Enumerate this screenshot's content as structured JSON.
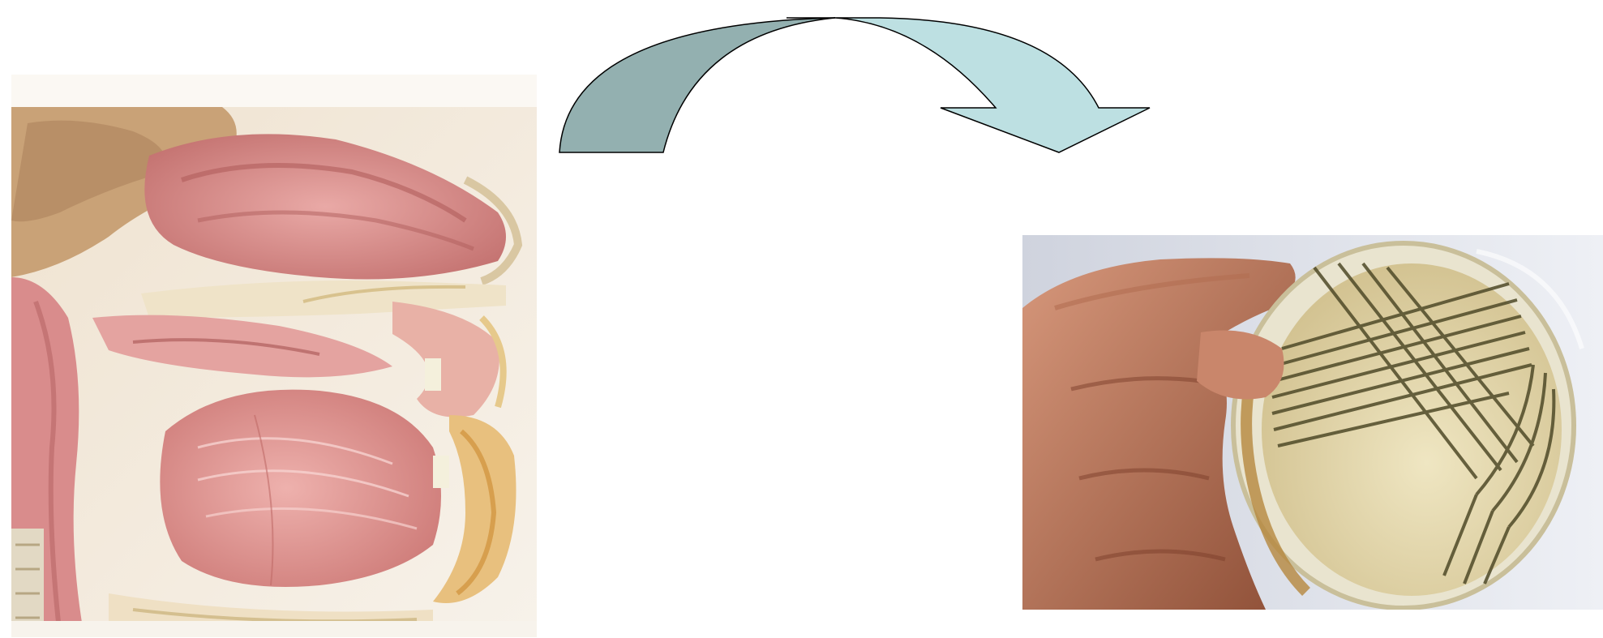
{
  "slide": {
    "background": "#ffffff"
  },
  "illustration_left": {
    "subject": "sagittal-section-nasopharynx-oral-cavity",
    "palette": {
      "mucosa": "#d98c8c",
      "muscle": "#e4a3a0",
      "bone": "#efe3c8",
      "sinus": "#c9a277",
      "background": "#f4efe8"
    }
  },
  "photo_right": {
    "subject": "hand-holding-petri-dish-with-streaked-culture",
    "palette": {
      "skin": "#b06a4e",
      "agar": "#e6dcb4",
      "streaks": "#5b5530",
      "background": "#e7e9f0"
    }
  },
  "arrow": {
    "direction": "left-to-right",
    "fill_dark": "#93b0b0",
    "fill_light": "#bde0e2",
    "stroke": "#000000"
  }
}
